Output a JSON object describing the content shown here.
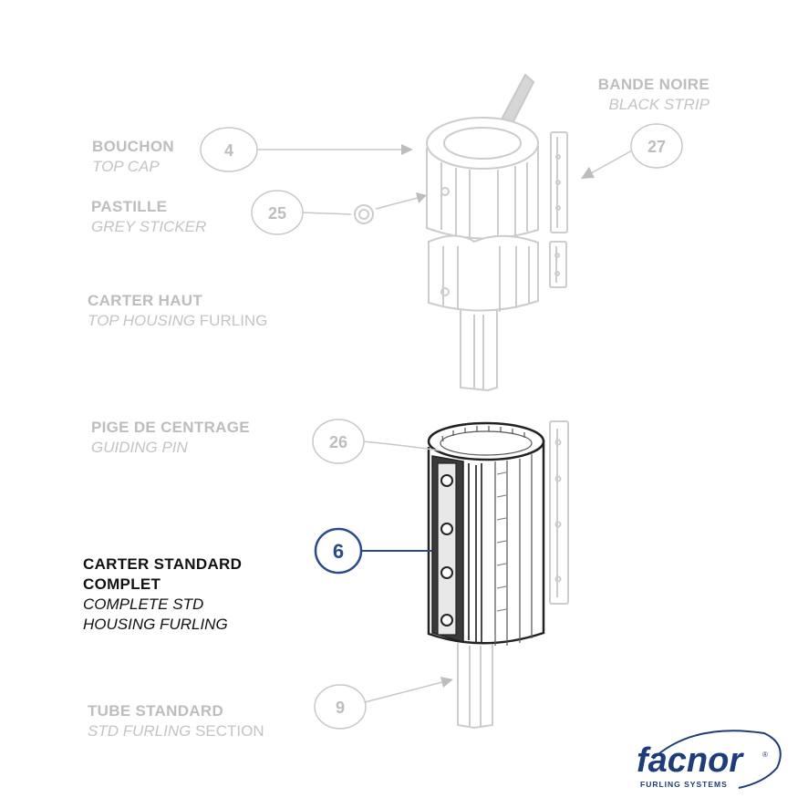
{
  "labels": {
    "bouchon": {
      "fr": "BOUCHON",
      "en": "TOP CAP"
    },
    "pastille": {
      "fr": "PASTILLE",
      "en": "GREY STICKER"
    },
    "carter_haut": {
      "fr": "CARTER HAUT",
      "en_italic": "TOP HOUSING",
      "en_plain": " FURLING"
    },
    "bande_noire": {
      "fr": "BANDE NOIRE",
      "en": "BLACK STRIP"
    },
    "pige": {
      "fr": "PIGE DE CENTRAGE",
      "en": "GUIDING PIN"
    },
    "carter_std": {
      "fr_line1": "CARTER STANDARD",
      "fr_line2": "COMPLET",
      "en_line1": "COMPLETE STD",
      "en_line2": "HOUSING FURLING"
    },
    "tube": {
      "fr": "TUBE STANDARD",
      "en_italic": "STD FURLING",
      "en_plain": " SECTION"
    }
  },
  "callouts": {
    "top_cap": "4",
    "grey_sticker": "25",
    "black_strip": "27",
    "guiding_pin": "26",
    "complete_housing": "6",
    "furling_section": "9"
  },
  "brand": {
    "name": "facnor",
    "registered": "®",
    "tagline": "FURLING SYSTEMS"
  },
  "colors": {
    "highlight": "#2b4a8c",
    "faded_line": "#c8c8c8",
    "brand_blue": "#1e3c78",
    "active_text": "#111111"
  }
}
